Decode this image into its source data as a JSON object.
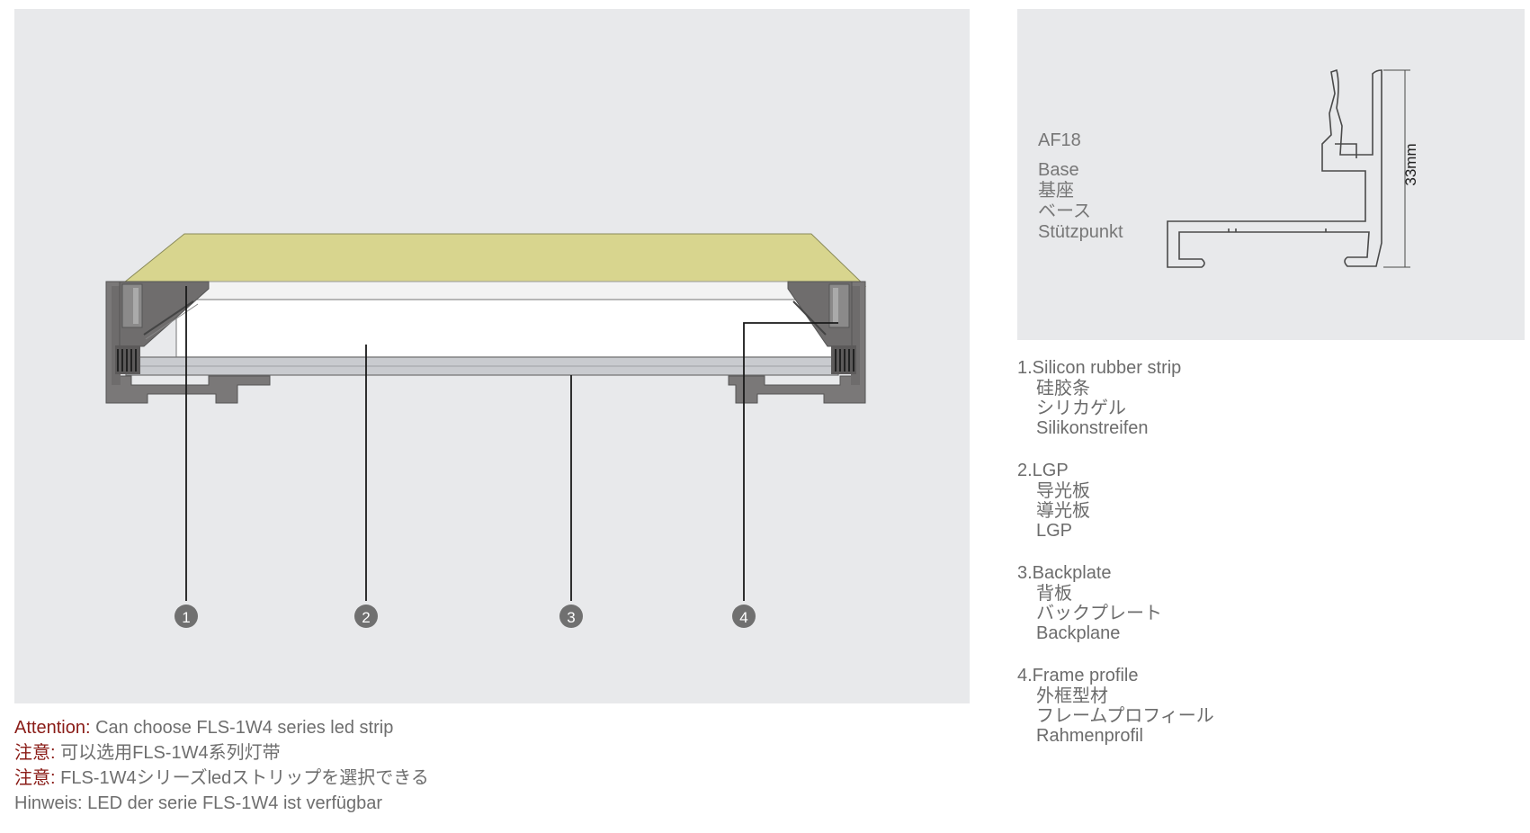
{
  "profile": {
    "code": "AF18",
    "lines": [
      "Base",
      "基座",
      "ベース",
      "Stützpunkt"
    ],
    "dimension": "33mm"
  },
  "legend": [
    {
      "title": "1.Silicon rubber strip",
      "lines": [
        "硅胶条",
        "シリカゲル",
        "Silikonstreifen"
      ]
    },
    {
      "title": "2.LGP",
      "lines": [
        "导光板",
        "導光板",
        "LGP"
      ]
    },
    {
      "title": "3.Backplate",
      "lines": [
        "背板",
        "バックプレート",
        "Backplane"
      ]
    },
    {
      "title": "4.Frame profile",
      "lines": [
        "外框型材",
        "フレームプロフィール",
        "Rahmenprofil"
      ]
    }
  ],
  "markers": [
    "1",
    "2",
    "3",
    "4"
  ],
  "notes": {
    "en_label": "Attention:",
    "en_text": " Can choose FLS-1W4 series led strip",
    "zh_label": "注意:",
    "zh_text": " 可以选用FLS-1W4系列灯带",
    "ja_label": "注意:",
    "ja_text": " FLS-1W4シリーズledストリップを選択できる",
    "de_text": "Hinweis: LED der serie FLS-1W4 ist verfügbar"
  },
  "colors": {
    "panel": "#e8e9eb",
    "frame": "#7a7878",
    "top_sheet": "#d8d58e",
    "accent_text": "#8a1c17",
    "marker": "#707070"
  }
}
